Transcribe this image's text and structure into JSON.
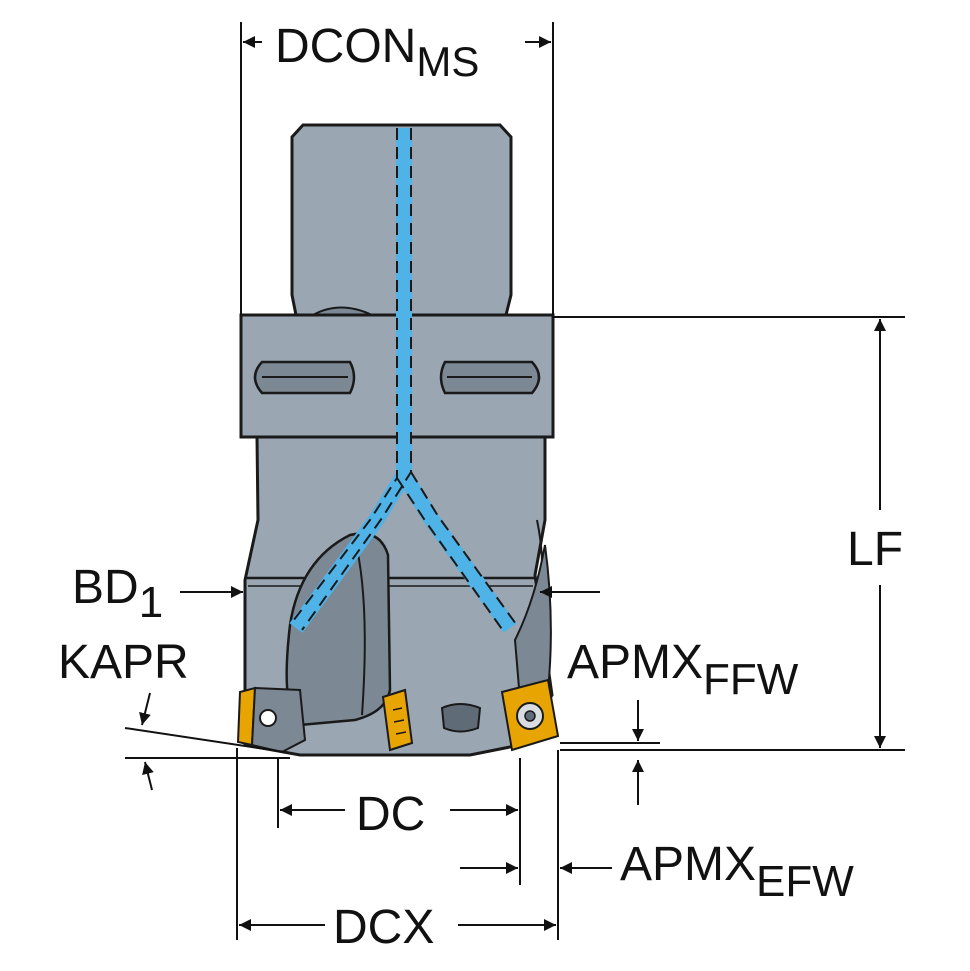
{
  "labels": {
    "dcon": {
      "main": "DCON",
      "sub": "MS"
    },
    "lf": {
      "main": "LF"
    },
    "bd": {
      "main": "BD",
      "sub": "1"
    },
    "kapr": {
      "main": "KAPR"
    },
    "apmx_ffw": {
      "main": "APMX",
      "sub": "FFW"
    },
    "dc": {
      "main": "DC"
    },
    "apmx_efw": {
      "main": "APMX",
      "sub": "EFW"
    },
    "dcx": {
      "main": "DCX"
    }
  },
  "colors": {
    "body": "#9aa6b2",
    "body_dark": "#7c8894",
    "outline": "#1a1a1a",
    "coolant": "#4fb3e8",
    "insert": "#e8a400",
    "insert_dark": "#b87f00",
    "dimension": "#111111"
  }
}
